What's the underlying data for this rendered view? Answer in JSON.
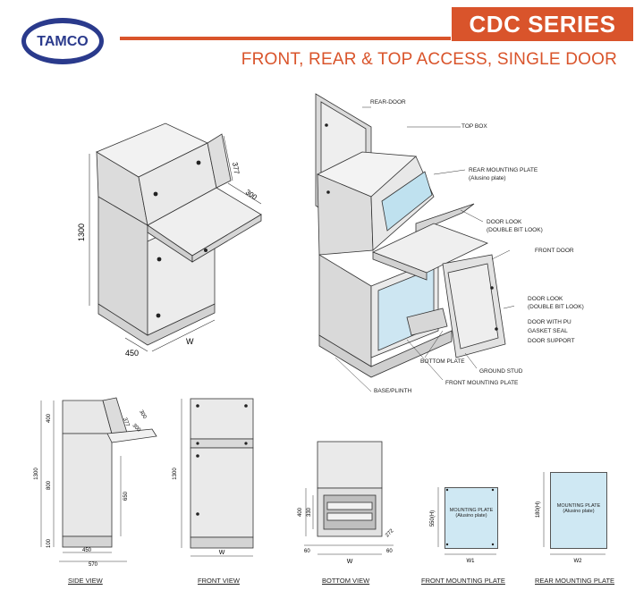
{
  "brand": {
    "logo_text": "TAMCO",
    "accent_color": "#d9542b",
    "logo_color": "#2a3a8c"
  },
  "header": {
    "series": "CDC SERIES",
    "subtitle": "FRONT, REAR & TOP ACCESS, SINGLE DOOR"
  },
  "iso_left": {
    "dim_height": "1300",
    "dim_depth": "450",
    "dim_width": "W",
    "dim_top": "377",
    "dim_desk": "300"
  },
  "callouts": {
    "rear_door": "REAR-DOOR",
    "top_box": "TOP BOX",
    "rear_mounting_plate": "REAR MOUNTING PLATE",
    "rear_mounting_plate_sub": "(Alusino plate)",
    "door_lock_top": "DOOR LOOK",
    "door_lock_top_sub": "(DOUBLE BIT LOOK)",
    "front_door": "FRONT DOOR",
    "door_lock": "DOOR LOOK",
    "door_lock_sub": "(DOUBLE BIT LOOK)",
    "door_with_pu": "DOOR WITH PU",
    "gasket_seal": "GASKET SEAL",
    "door_support": "DOOR SUPPORT",
    "bottom_plate": "BOTTOM PLATE",
    "ground_stud": "GROUND STUD",
    "front_mounting_plate": "FRONT MOUNTING PLATE",
    "base_plinth": "BASE/PLINTH"
  },
  "side_view": {
    "caption": "SIDE VIEW",
    "dims": {
      "top": "400",
      "total": "1300",
      "lower": "800",
      "door": "650",
      "base": "100",
      "d1": "450",
      "d2": "570",
      "a1": "300",
      "a2": "377",
      "a3": "300"
    }
  },
  "front_view": {
    "caption": "FRONT VIEW",
    "dim_height": "1300",
    "dim_width": "W"
  },
  "bottom_view": {
    "caption": "BOTTOM VIEW",
    "dims": {
      "h1": "400",
      "h2": "330",
      "w": "W",
      "l": "60",
      "r": "60",
      "s": "272"
    }
  },
  "front_plate": {
    "caption": "FRONT MOUNTING PLATE",
    "label": "MOUNTING PLATE",
    "sub": "(Alusino plate)",
    "dim_h": "550(H)",
    "dim_w": "W1"
  },
  "rear_plate": {
    "caption": "REAR MOUNTING PLATE",
    "label": "MOUNTING PLATE",
    "sub": "(Alusino plate)",
    "dim_h": "180(H)",
    "dim_w": "W2"
  }
}
